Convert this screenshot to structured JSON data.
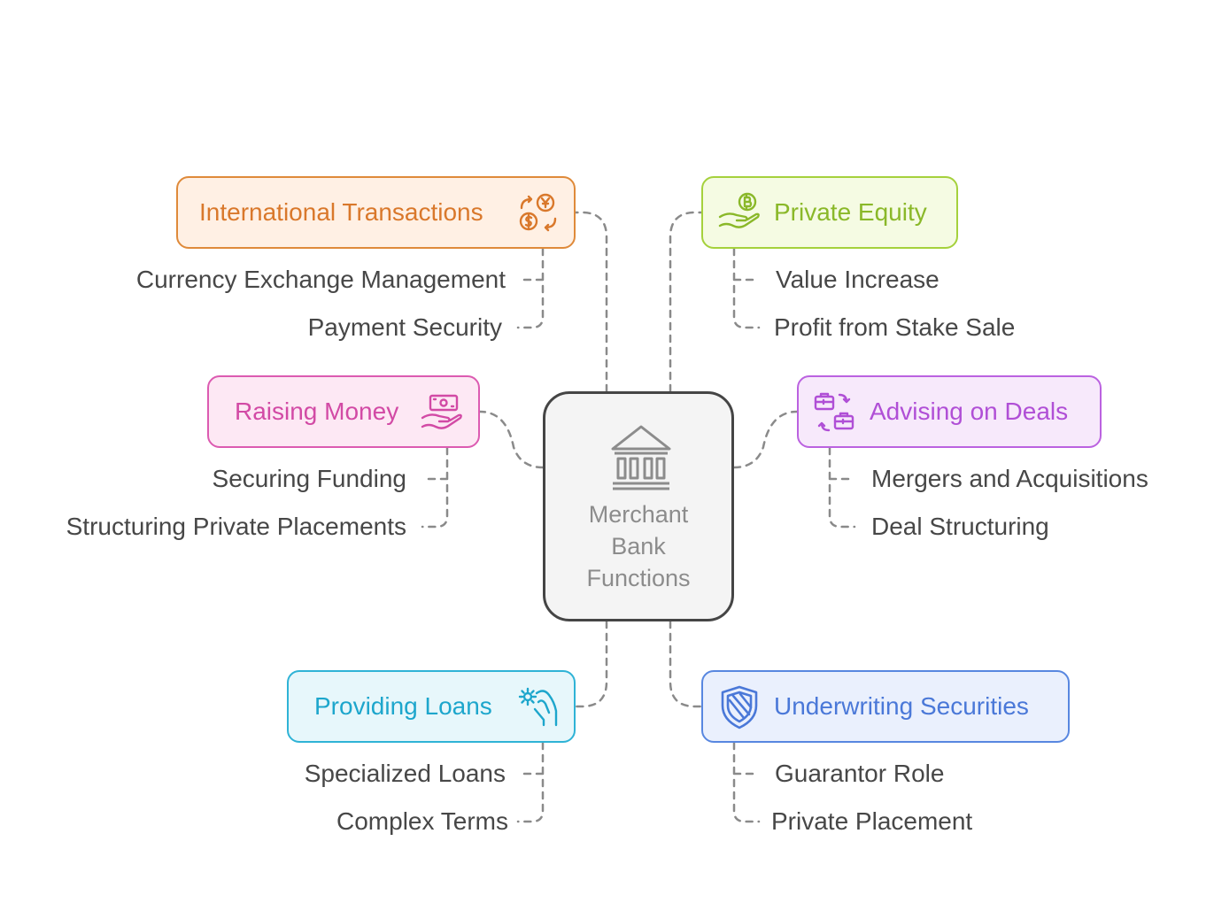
{
  "center": {
    "title_lines": [
      "Merchant",
      "Bank",
      "Functions"
    ],
    "icon": "bank-building-icon"
  },
  "branches": [
    {
      "id": "international-transactions",
      "label": "International Transactions",
      "icon": "currency-exchange-icon",
      "color": "#df8a3a",
      "items": [
        "Currency Exchange Management",
        "Payment Security"
      ]
    },
    {
      "id": "private-equity",
      "label": "Private Equity",
      "icon": "hand-coin-icon",
      "color": "#a5d13c",
      "items": [
        "Value Increase",
        "Profit from Stake Sale"
      ]
    },
    {
      "id": "raising-money",
      "label": "Raising Money",
      "icon": "hand-money-icon",
      "color": "#dc5bb1",
      "items": [
        "Securing Funding",
        "Structuring Private Placements"
      ]
    },
    {
      "id": "advising-on-deals",
      "label": "Advising on Deals",
      "icon": "briefcase-exchange-icon",
      "color": "#bb62e0",
      "items": [
        "Mergers and Acquisitions",
        "Deal Structuring"
      ]
    },
    {
      "id": "providing-loans",
      "label": "Providing Loans",
      "icon": "hand-gear-icon",
      "color": "#2fb3d6",
      "items": [
        "Specialized Loans",
        "Complex Terms"
      ]
    },
    {
      "id": "underwriting-securities",
      "label": "Underwriting Securities",
      "icon": "shield-icon",
      "color": "#5887e0",
      "items": [
        "Guarantor Role",
        "Private Placement"
      ]
    }
  ]
}
